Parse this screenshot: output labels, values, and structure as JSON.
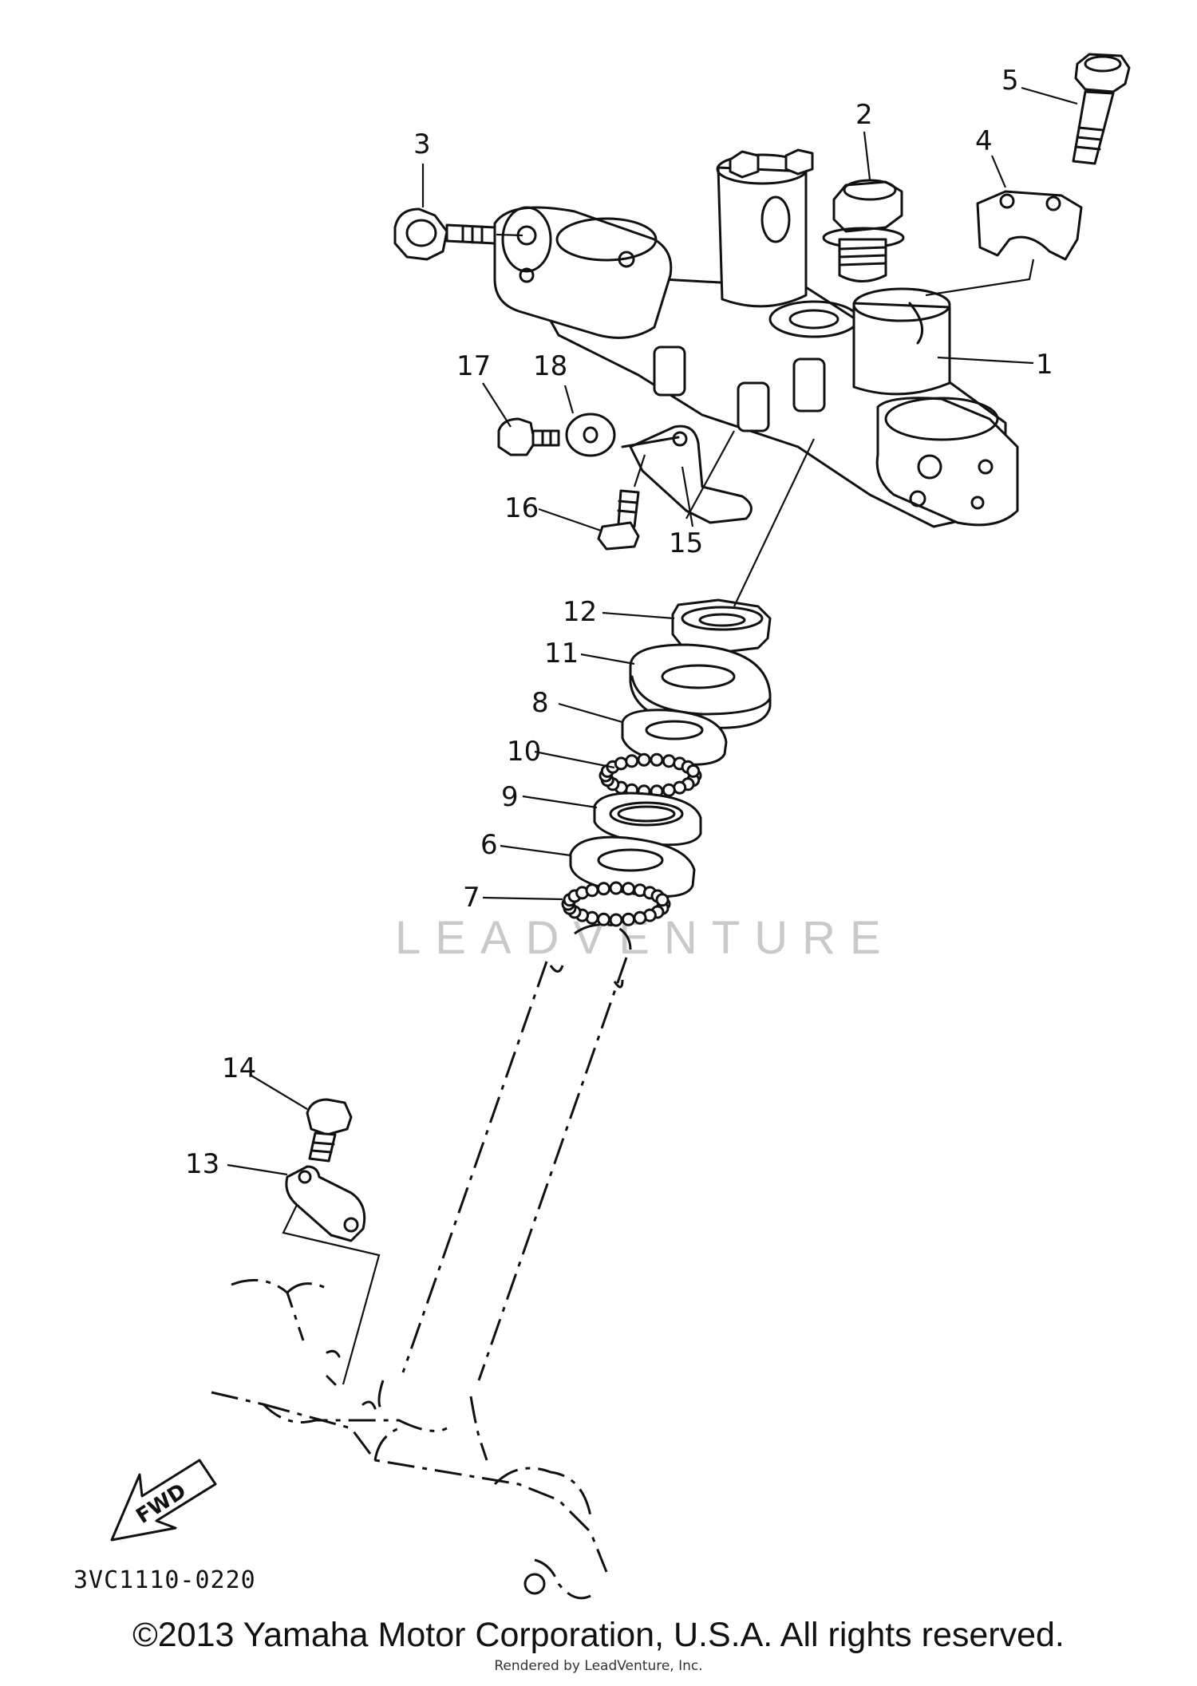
{
  "diagram": {
    "callouts": {
      "n1": "1",
      "n2": "2",
      "n3": "3",
      "n4": "4",
      "n5": "5",
      "n6": "6",
      "n7": "7",
      "n8": "8",
      "n9": "9",
      "n10": "10",
      "n11": "11",
      "n12": "12",
      "n13": "13",
      "n14": "14",
      "n15": "15",
      "n16": "16",
      "n17": "17",
      "n18": "18"
    },
    "fwd_label": "FWD",
    "diagram_code": "3VC1110-0220",
    "watermark": "LEADVENTURE"
  },
  "footer": {
    "copyright": "©2013 Yamaha Motor Corporation, U.S.A. All rights reserved.",
    "rendered_by": "Rendered by LeadVenture, Inc."
  }
}
